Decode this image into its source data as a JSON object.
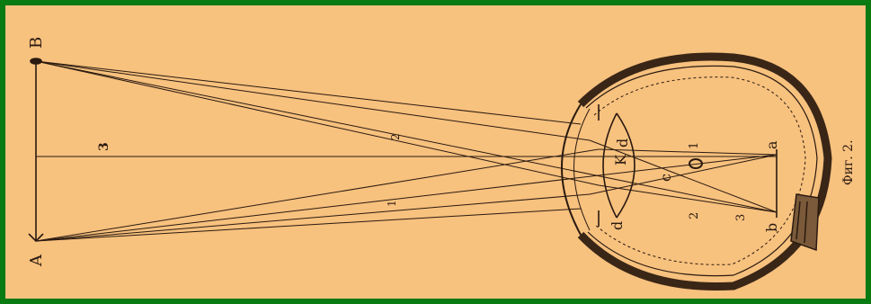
{
  "figure": {
    "caption": "Фиг. 2.",
    "colors": {
      "border": "#0a7a12",
      "paper": "#f7c17e",
      "ink": "#2a1a10"
    }
  },
  "labels": {
    "point_a": "A",
    "point_b": "B",
    "ray_1": "1",
    "ray_2": "2",
    "ray_3": "3",
    "lens_k": "K",
    "lens_d_upper": "d",
    "lens_d_lower": "d",
    "point_c": "c",
    "retina_a": "a",
    "retina_b": "b",
    "inner_1": "1",
    "inner_2": "2",
    "inner_3": "3"
  }
}
